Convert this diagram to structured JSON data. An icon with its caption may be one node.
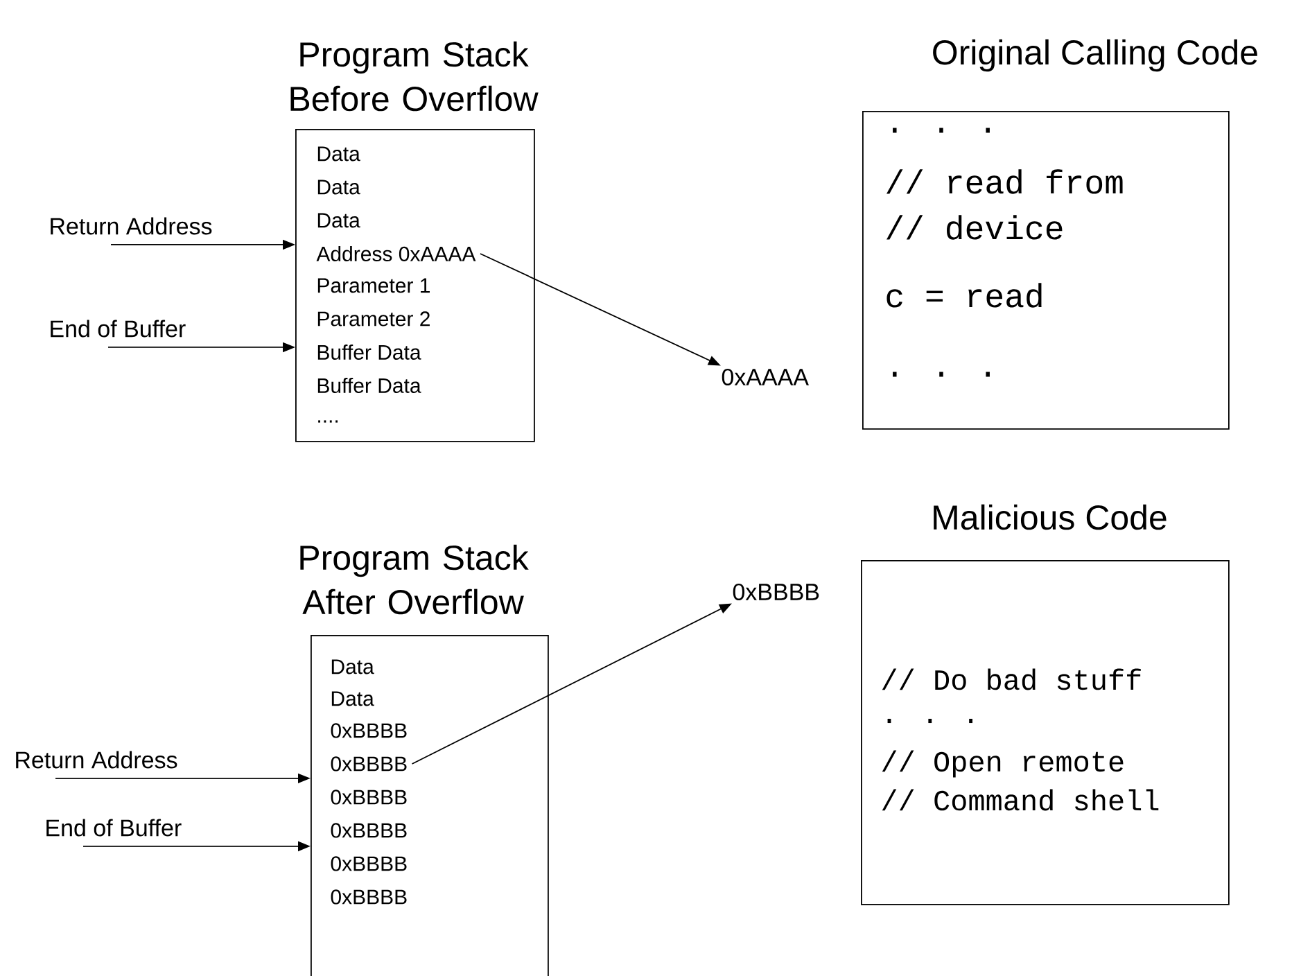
{
  "diagram": {
    "nodes": [
      {
        "text": [
          "Program Stack Before Overflow"
        ]
      },
      {
        "text": [
          "Data"
        ],
        "in": 0
      },
      {
        "text": [
          "Data"
        ],
        "in": 0
      },
      {
        "text": [
          "Data"
        ],
        "in": 0
      },
      {
        "text": [
          "Address 0xAAAA"
        ],
        "in": 0
      },
      {
        "text": [
          "Parameter 1"
        ],
        "in": 0
      },
      {
        "text": [
          "Parameter 2"
        ],
        "in": 0
      },
      {
        "text": [
          "Buffer Data"
        ],
        "in": 0
      },
      {
        "text": [
          "Buffer Data"
        ],
        "in": 0
      },
      {
        "text": [
          "...."
        ],
        "in": 0
      },
      {
        "text": [
          "Return Address"
        ]
      },
      {
        "text": [
          "End of Buffer"
        ]
      },
      {
        "text": [
          "0xAAAA"
        ]
      },
      {
        "text": [
          "Original Calling Code",
          ". . .",
          "// read from",
          "// device",
          "c  = read",
          ". . ."
        ]
      },
      {
        "text": [
          "Program Stack After Overflow"
        ]
      },
      {
        "text": [
          "Data"
        ],
        "in": 14
      },
      {
        "text": [
          "Data"
        ],
        "in": 14
      },
      {
        "text": [
          "0xBBBB"
        ],
        "in": 14
      },
      {
        "text": [
          "0xBBBB"
        ],
        "in": 14
      },
      {
        "text": [
          "0xBBBB"
        ],
        "in": 14
      },
      {
        "text": [
          "0xBBBB"
        ],
        "in": 14
      },
      {
        "text": [
          "0xBBBB"
        ],
        "in": 14
      },
      {
        "text": [
          "0xBBBB"
        ],
        "in": 14
      },
      {
        "text": [
          "Return Address"
        ]
      },
      {
        "text": [
          "End of Buffer"
        ]
      },
      {
        "text": [
          "0xBBBB"
        ]
      },
      {
        "text": [
          "Malicious Code",
          "// Do bad stuff",
          ". . .",
          "// Open remote",
          "// Command shell"
        ]
      }
    ],
    "edges": [
      {
        "from": 10,
        "to": 0,
        "arrow": "to"
      },
      {
        "from": 11,
        "to": 0,
        "arrow": "to"
      },
      {
        "from": 4,
        "to": 12,
        "arrow": "to"
      },
      {
        "from": 23,
        "to": 14,
        "arrow": "to"
      },
      {
        "from": 24,
        "to": 14,
        "arrow": "to"
      },
      {
        "from": 18,
        "to": 25,
        "arrow": "to"
      }
    ]
  }
}
